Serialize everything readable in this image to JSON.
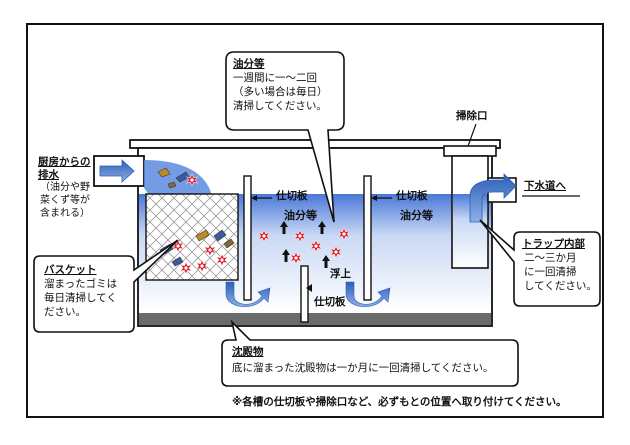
{
  "inlet": {
    "title": "厨房からの",
    "title2": "排水",
    "note_lines": [
      "（油分や野",
      "菜くず等が",
      "含まれる）"
    ]
  },
  "oil_callout": {
    "title": "油分等",
    "lines": [
      "一週間に一～二回",
      "（多い場合は毎日）",
      "清掃してください。"
    ]
  },
  "cleanout": {
    "label": "掃除口"
  },
  "outlet": {
    "label": "下水道へ"
  },
  "partitions": {
    "left": "仕切板",
    "right": "仕切板",
    "center": "仕切板"
  },
  "oil_labels": {
    "left": "油分等",
    "right": "油分等"
  },
  "float_label": "浮上",
  "basket_callout": {
    "title": "バスケット",
    "lines": [
      "溜まったゴミは",
      "毎日清掃してく",
      "ださい。"
    ]
  },
  "trap_callout": {
    "title": "トラップ内部",
    "lines": [
      "二～三か月",
      "に一回清掃",
      "してください。"
    ]
  },
  "sediment_callout": {
    "title": "沈殿物",
    "line": "底に溜まった沈殿物は一か月に一回清掃してください。"
  },
  "footnote": "※各槽の仕切板や掃除口など、必ずもとの位置へ取り付けてください。",
  "colors": {
    "water_top": "#4a78d8",
    "water_bottom": "#ffffff",
    "sediment": "#6b6b6b",
    "pipe_fill": "#ffffff",
    "stroke": "#111111",
    "arrow_blue": "#3a72c4",
    "debris_red": "#e0202a"
  }
}
